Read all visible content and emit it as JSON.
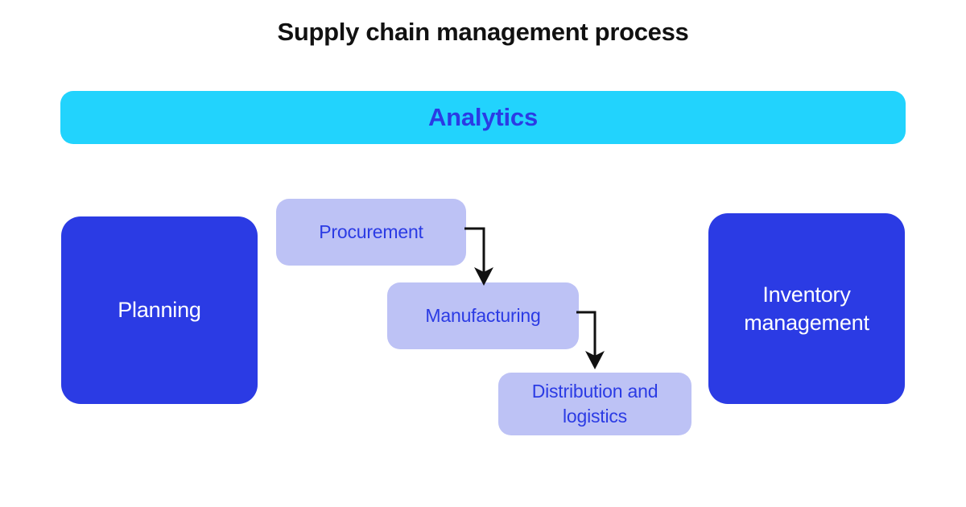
{
  "page": {
    "title": "Supply chain management process",
    "background_color": "#ffffff"
  },
  "colors": {
    "title_text": "#111111",
    "banner_fill": "#22d3fd",
    "banner_text": "#2b3be4",
    "pillar_fill": "#2b3be4",
    "pillar_text": "#ffffff",
    "step_fill": "#bdc2f5",
    "step_text": "#2b3be4",
    "connector": "#111111"
  },
  "banner": {
    "label": "Analytics"
  },
  "pillars": [
    {
      "id": "planning",
      "label": "Planning"
    },
    {
      "id": "inventory-management",
      "label": "Inventory\nmanagement",
      "line1": "Inventory",
      "line2": "management"
    }
  ],
  "steps": [
    {
      "id": "procurement",
      "label": "Procurement"
    },
    {
      "id": "manufacturing",
      "label": "Manufacturing"
    },
    {
      "id": "distribution-and-logistics",
      "label": "Distribution and\nlogistics",
      "line1": "Distribution and",
      "line2": "logistics"
    }
  ],
  "connectors": [
    {
      "id": "procurement-to-manufacturing",
      "from": "procurement",
      "to": "manufacturing",
      "style": "elbow-right-down",
      "arrowhead": "filled-triangle"
    },
    {
      "id": "manufacturing-to-distribution",
      "from": "manufacturing",
      "to": "distribution-and-logistics",
      "style": "elbow-right-down",
      "arrowhead": "filled-triangle"
    }
  ]
}
